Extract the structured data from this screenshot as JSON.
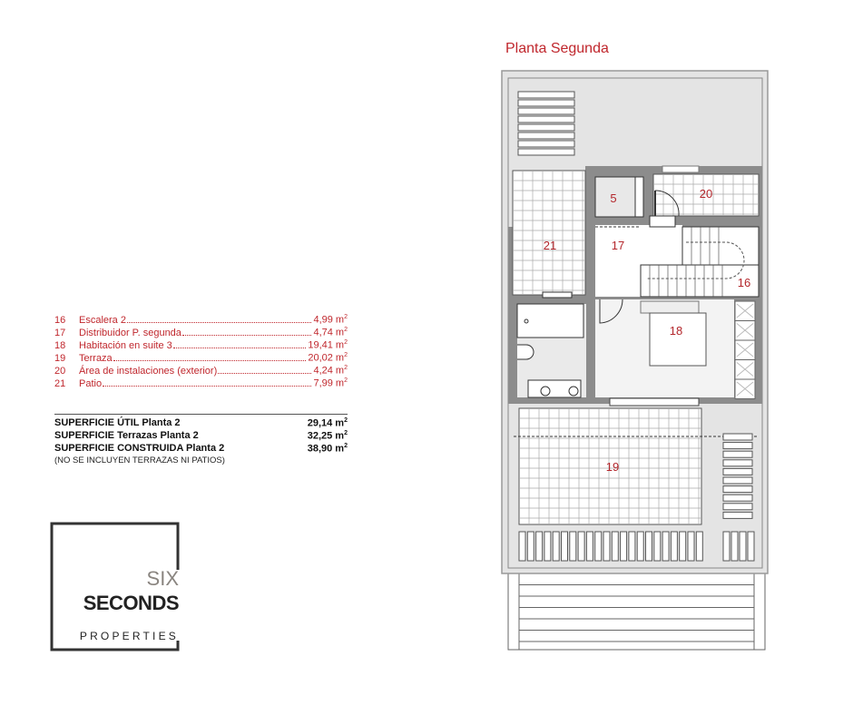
{
  "plan_title": "Planta Segunda",
  "rooms": [
    {
      "num": "16",
      "name": "Escalera 2",
      "area": "4,99 m",
      "unit_exp": "2"
    },
    {
      "num": "17",
      "name": "Distribuidor P. segunda",
      "area": "4,74 m",
      "unit_exp": "2"
    },
    {
      "num": "18",
      "name": "Habitación en suite 3",
      "area": "19,41 m",
      "unit_exp": "2"
    },
    {
      "num": "19",
      "name": "Terraza",
      "area": "20,02 m",
      "unit_exp": "2"
    },
    {
      "num": "20",
      "name": "Área de instalaciones (exterior)",
      "area": "4,24 m",
      "unit_exp": "2"
    },
    {
      "num": "21",
      "name": "Patio",
      "area": "7,99 m",
      "unit_exp": "2"
    }
  ],
  "totals": [
    {
      "label": "SUPERFICIE ÚTIL Planta 2",
      "value": "29,14 m",
      "unit_exp": "2"
    },
    {
      "label": "SUPERFICIE Terrazas Planta 2",
      "value": "32,25 m",
      "unit_exp": "2"
    },
    {
      "label": "SUPERFICIE CONSTRUIDA Planta 2",
      "value": "38,90 m",
      "unit_exp": "2"
    }
  ],
  "totals_note": "(NO SE INCLUYEN TERRAZAS NI PATIOS)",
  "plan_labels": {
    "r5": "5",
    "r16": "16",
    "r17": "17",
    "r18": "18",
    "r19": "19",
    "r20": "20",
    "r21": "21"
  },
  "logo": {
    "line1": "SIX",
    "line2": "SECONDS",
    "line3": "PROPERTIES"
  },
  "colors": {
    "accent": "#c0272d",
    "wall": "#8c8c8c",
    "floor_gray": "#e4e4e4"
  }
}
